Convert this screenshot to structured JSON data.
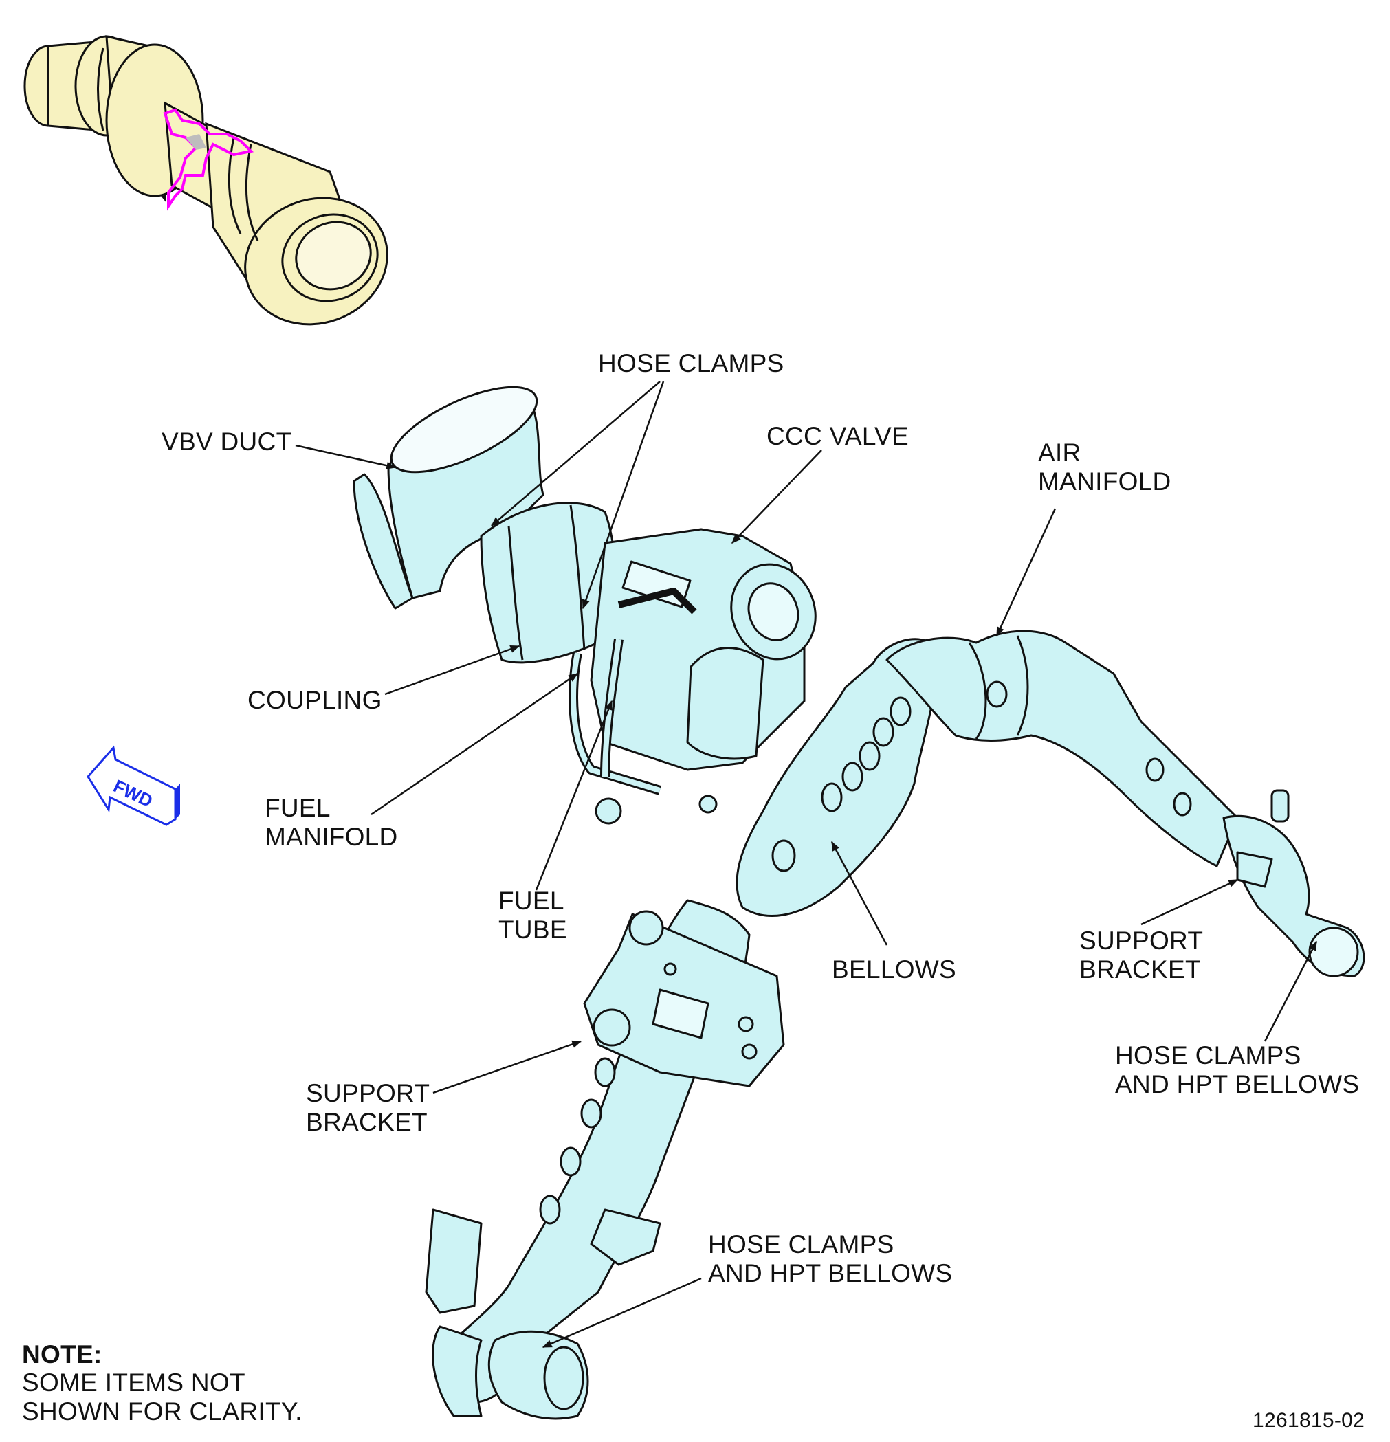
{
  "labels": {
    "hose_clamps_top": "HOSE CLAMPS",
    "vbv_duct": "VBV DUCT",
    "ccc_valve": "CCC VALVE",
    "air_manifold": "AIR\nMANIFOLD",
    "coupling": "COUPLING",
    "fuel_manifold": "FUEL\nMANIFOLD",
    "fuel_tube": "FUEL\nTUBE",
    "bellows": "BELLOWS",
    "support_bracket_right": "SUPPORT\nBRACKET",
    "support_bracket_left": "SUPPORT\nBRACKET",
    "hose_clamps_hpt_right": "HOSE CLAMPS\nAND HPT BELLOWS",
    "hose_clamps_hpt_bottom": "HOSE CLAMPS\nAND HPT BELLOWS"
  },
  "fwd_arrow": "FWD",
  "note": {
    "title": "NOTE:",
    "text": "SOME ITEMS NOT\nSHOWN FOR CLARITY."
  },
  "figure_number": "1261815-02",
  "colors": {
    "part_fill": "#cdf3f5",
    "engine_fill": "#f7f2c0",
    "highlight": "#ff00ff",
    "fwd_blue": "#1a2ee8",
    "line": "#111111"
  }
}
